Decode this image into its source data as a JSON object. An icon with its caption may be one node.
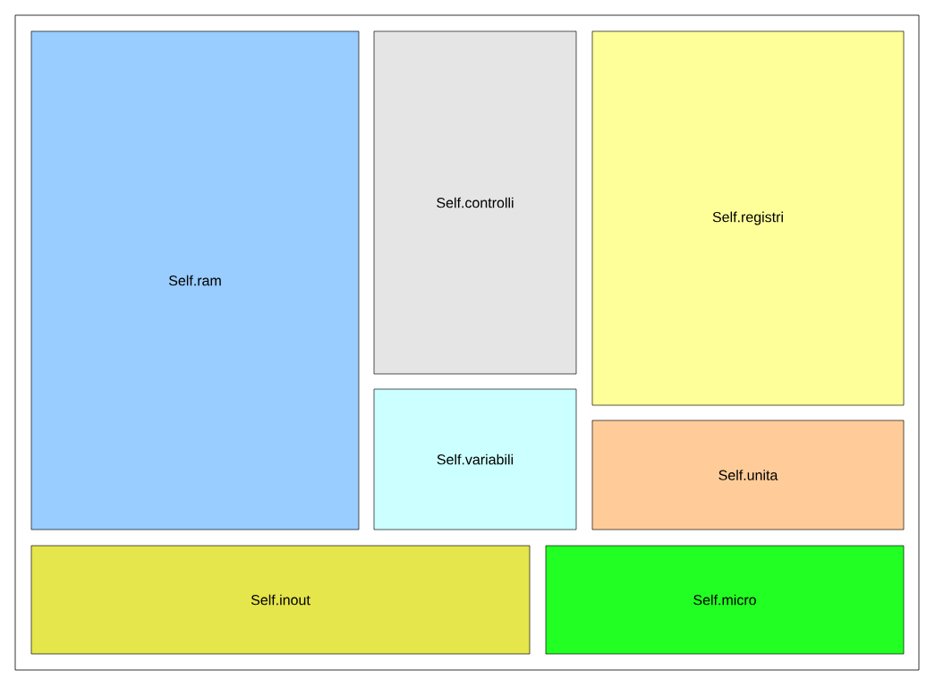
{
  "diagram": {
    "nodes": [
      {
        "text": [
          "Self.ram"
        ]
      },
      {
        "text": [
          "Self.controlli"
        ]
      },
      {
        "text": [
          "Self.registri"
        ]
      },
      {
        "text": [
          "Self.variabili"
        ]
      },
      {
        "text": [
          "Self.unita"
        ]
      },
      {
        "text": [
          "Self.inout"
        ]
      },
      {
        "text": [
          "Self.micro"
        ]
      }
    ]
  }
}
